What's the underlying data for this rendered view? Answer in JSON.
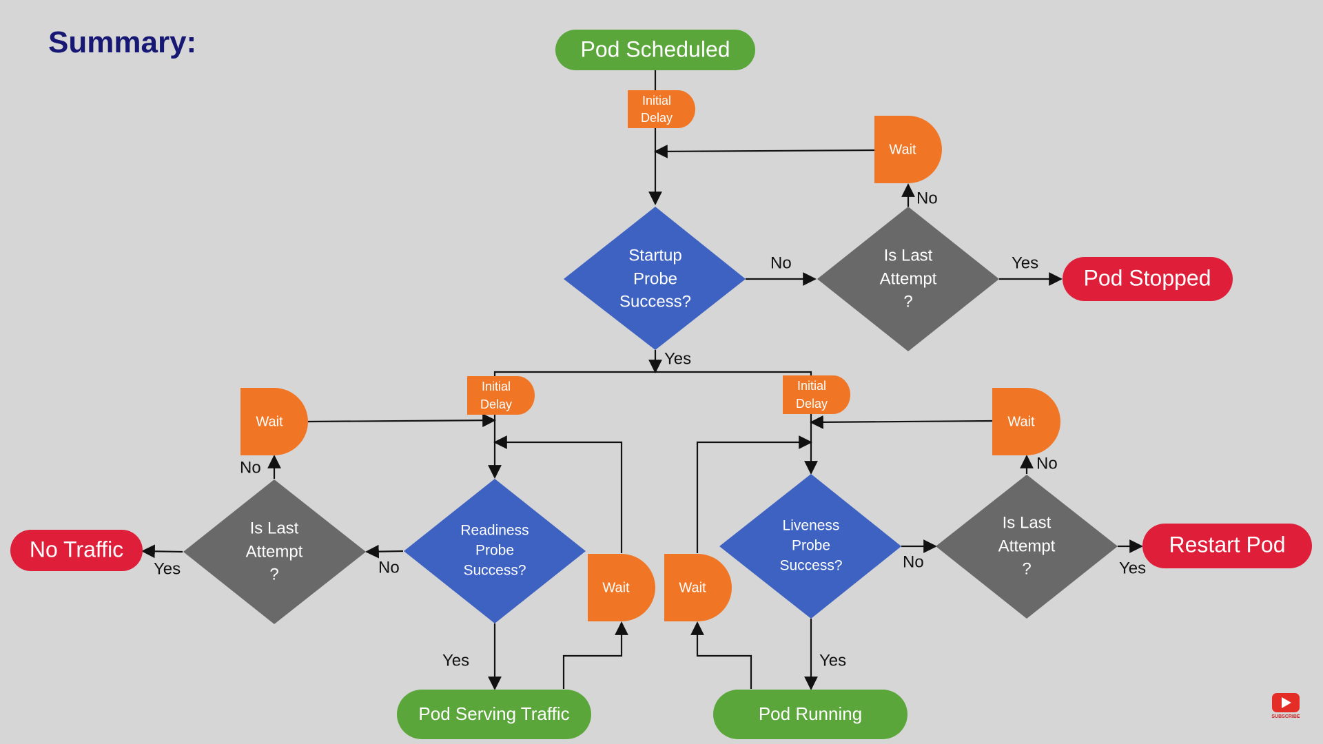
{
  "title": "Summary:",
  "colors": {
    "green": "#5aa63a",
    "red": "#df1f3a",
    "blue": "#3d62c2",
    "gray": "#696969",
    "orange": "#f07625",
    "background": "#d6d6d6",
    "title": "#161873"
  },
  "nodes": {
    "pod_scheduled": "Pod Scheduled",
    "initial_delay_top": [
      "Initial",
      "Delay"
    ],
    "wait_top": "Wait",
    "startup_probe": [
      "Startup",
      "Probe",
      "Success?"
    ],
    "is_last_attempt_top": [
      "Is Last",
      "Attempt",
      "?"
    ],
    "pod_stopped": "Pod Stopped",
    "initial_delay_left": [
      "Initial",
      "Delay"
    ],
    "initial_delay_right": [
      "Initial",
      "Delay"
    ],
    "wait_left_upper": "Wait",
    "wait_right_upper": "Wait",
    "readiness_probe": [
      "Readiness",
      "Probe",
      "Success?"
    ],
    "liveness_probe": [
      "Liveness",
      "Probe",
      "Success?"
    ],
    "is_last_attempt_left": [
      "Is Last",
      "Attempt",
      "?"
    ],
    "is_last_attempt_right": [
      "Is Last",
      "Attempt",
      "?"
    ],
    "no_traffic": "No Traffic",
    "restart_pod": "Restart Pod",
    "wait_readiness": "Wait",
    "wait_liveness": "Wait",
    "pod_serving_traffic": "Pod Serving Traffic",
    "pod_running": "Pod Running"
  },
  "edge_labels": {
    "startup_no": "No",
    "top_last_no": "No",
    "top_last_yes": "Yes",
    "startup_yes": "Yes",
    "left_last_no": "No",
    "left_last_yes": "Yes",
    "readiness_no": "No",
    "readiness_yes": "Yes",
    "liveness_no": "No",
    "liveness_yes": "Yes",
    "right_last_no": "No",
    "right_last_yes": "Yes"
  },
  "subscribe_label": "SUBSCRIBE"
}
